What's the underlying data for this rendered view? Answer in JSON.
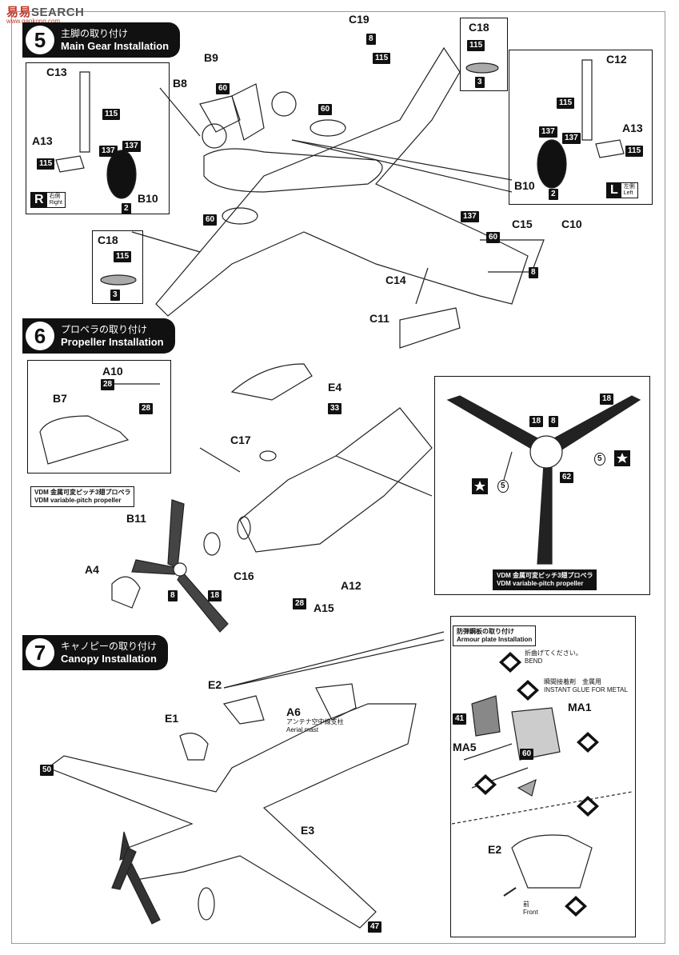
{
  "watermark": {
    "text_red": "易易",
    "text_rest": "SEARCH",
    "sub": "www.gaokong.com"
  },
  "steps": [
    {
      "num": "5",
      "jp": "主脚の取り付け",
      "en": "Main Gear Installation"
    },
    {
      "num": "6",
      "jp": "プロペラの取り付け",
      "en": "Propeller Installation"
    },
    {
      "num": "7",
      "jp": "キャノピーの取り付け",
      "en": "Canopy Installation"
    }
  ],
  "sides": {
    "right": {
      "letter": "R",
      "jp": "右側",
      "en": "Right"
    },
    "left": {
      "letter": "L",
      "jp": "左側",
      "en": "Left"
    }
  },
  "labels": {
    "c13": "C13",
    "a13": "A13",
    "b10": "B10",
    "b8": "B8",
    "b9": "B9",
    "c19": "C19",
    "c18": "C18",
    "c12": "C12",
    "c15": "C15",
    "c10": "C10",
    "c14": "C14",
    "c11": "C11",
    "a10": "A10",
    "b7": "B7",
    "e4": "E4",
    "c17": "C17",
    "b11": "B11",
    "a4": "A4",
    "c16": "C16",
    "a12": "A12",
    "a15": "A15",
    "e2": "E2",
    "e1": "E1",
    "a6": "A6",
    "e3": "E3",
    "ma1": "MA1",
    "ma5": "MA5"
  },
  "paints": {
    "p115": "115",
    "p137": "137",
    "p2": "2",
    "p3": "3",
    "p8": "8",
    "p60": "60",
    "p28": "28",
    "p33": "33",
    "p18": "18",
    "p62": "62",
    "p5": "5",
    "p41": "41",
    "p50": "50",
    "p47": "47"
  },
  "captions": {
    "vdm_jp": "VDM 金属可変ピッチ3翅プロペラ",
    "vdm_en": "VDM variable-pitch propeller",
    "armour_jp": "防弾鋼板の取り付け",
    "armour_en": "Armour plate Installation",
    "bend_jp": "折曲げてください。",
    "bend_en": "BEND",
    "glue_jp": "瞬間接着剤　金属用",
    "glue_en": "INSTANT GLUE FOR METAL",
    "aerial_jp": "アンテナ空中線支柱",
    "aerial_en": "Aerial mast",
    "front_jp": "前",
    "front_en": "Front"
  }
}
